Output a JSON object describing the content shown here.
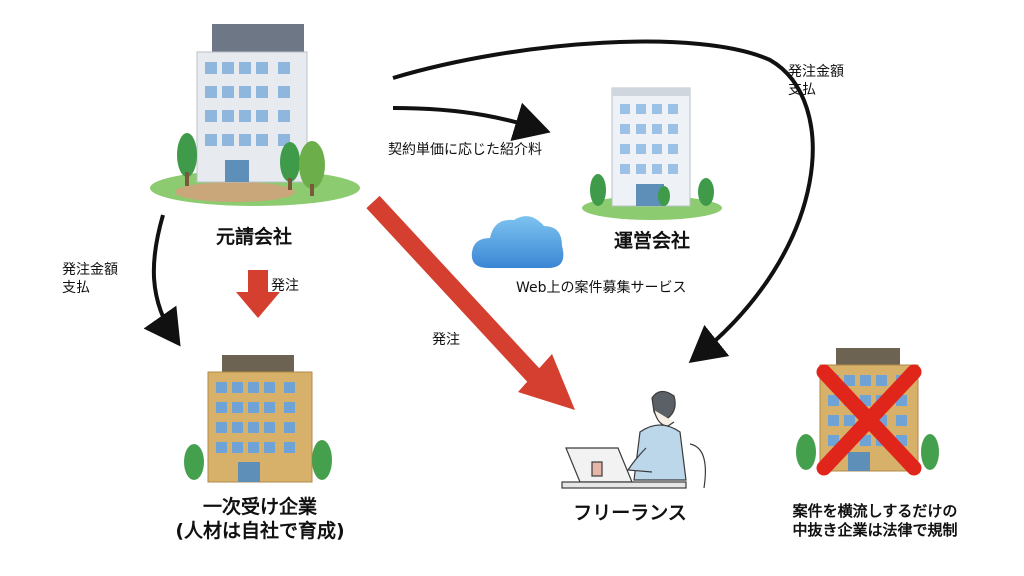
{
  "nodes": {
    "prime_contractor": "元請会社",
    "operator": "運営会社",
    "primary_subcontractor": "一次受け企業\n(人材は自社で育成)",
    "freelancer": "フリーランス"
  },
  "service_label": "Web上の案件募集サービス",
  "edges": {
    "prime_to_operator": "契約単価に応じた紹介料",
    "operator_to_freelancer": "発注金額\n支払",
    "prime_to_subcontractor_payment": "発注金額\n支払",
    "prime_to_subcontractor_order": "発注",
    "prime_to_freelancer_order": "発注"
  },
  "prohibited_note": "案件を横流しするだけの\n中抜き企業は法律で規制",
  "colors": {
    "order_arrow": "#d43f2f",
    "flow_arrow": "#111111",
    "cross": "#e0261b",
    "cloud": "#4a98dc",
    "building_blue": "#e9edf2",
    "building_tan": "#d9b46e",
    "ground": "#7fc46a"
  }
}
